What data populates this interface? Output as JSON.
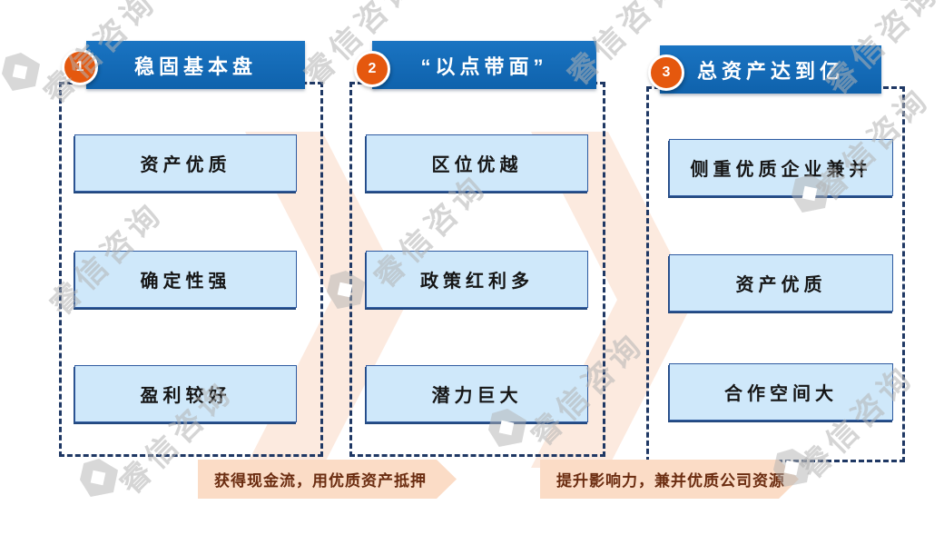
{
  "watermark": {
    "text": "睿信咨询"
  },
  "columns": [
    {
      "number": "1",
      "title": "稳固基本盘",
      "items": [
        "资产优质",
        "确定性强",
        "盈利较好"
      ]
    },
    {
      "number": "2",
      "title": "“以点带面”",
      "items": [
        "区位优越",
        "政策红利多",
        "潜力巨大"
      ]
    },
    {
      "number": "3",
      "title": "总资产达到亿",
      "items": [
        "侧重优质企业兼并",
        "资产优质",
        "合作空间大"
      ]
    }
  ],
  "banners": [
    {
      "text": "获得现金流，用优质资产抵押"
    },
    {
      "text": "提升影响力，兼并优质公司资源"
    }
  ],
  "colors": {
    "header_blue": "#1066b3",
    "badge_orange": "#e5580e",
    "item_fill": "#cfe8fa",
    "item_border": "#2f5ba1",
    "frame_dash": "#1f3864",
    "banner_fill": "#fbdcc6",
    "banner_text": "#6b2c10",
    "chevron": "#fce6d9",
    "watermark_gray": "#b2b2b2"
  }
}
